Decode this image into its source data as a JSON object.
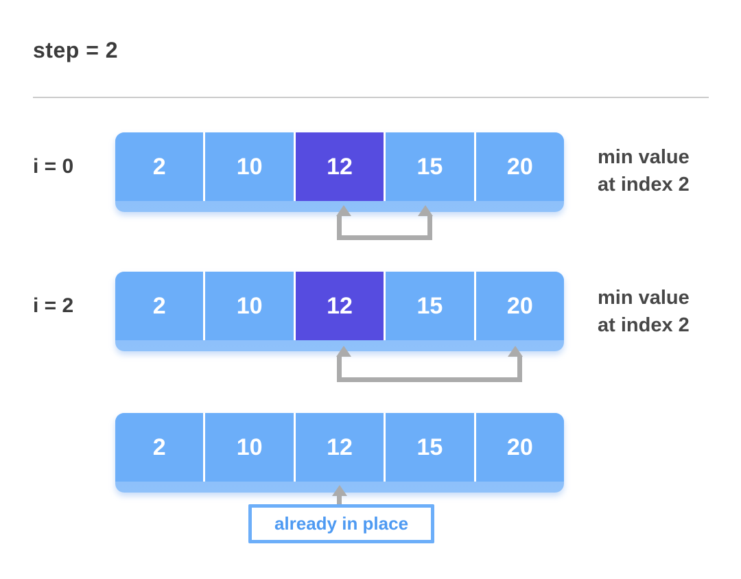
{
  "header": {
    "title": "step = 2"
  },
  "colors": {
    "cell_blue": "#6caef9",
    "cell_highlight_purple": "#564ce0",
    "array_lip_blue": "#8bbefa",
    "cell_text": "#ffffff",
    "arrow_gray": "#ababab",
    "heading_text": "#3b3b3b",
    "annotation_text": "#474747",
    "callout_border": "#6caef9",
    "callout_text": "#4e9af2",
    "divider_gray": "#cbcbcb"
  },
  "diagram": {
    "rows": [
      {
        "label": "i = 0",
        "values": [
          "2",
          "10",
          "12",
          "15",
          "20"
        ],
        "highlight_index": 2,
        "annotation": {
          "line1": "min value",
          "line2": "at index 2"
        },
        "bracket": {
          "from_index": 2,
          "to_index": 3
        }
      },
      {
        "label": "i = 2",
        "values": [
          "2",
          "10",
          "12",
          "15",
          "20"
        ],
        "highlight_index": 2,
        "annotation": {
          "line1": "min value",
          "line2": "at index 2"
        },
        "bracket": {
          "from_index": 2,
          "to_index": 4
        }
      },
      {
        "label": "",
        "values": [
          "2",
          "10",
          "12",
          "15",
          "20"
        ],
        "highlight_index": null,
        "arrow_index": 2,
        "callout": "already in place"
      }
    ]
  }
}
